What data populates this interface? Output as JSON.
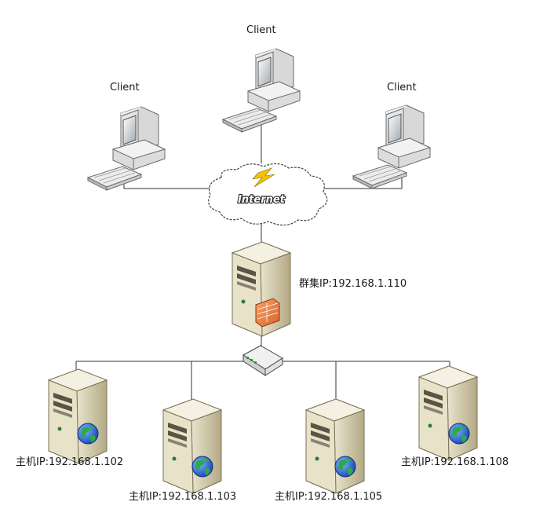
{
  "diagram": {
    "clients": [
      {
        "label": "Client"
      },
      {
        "label": "Client"
      },
      {
        "label": "Client"
      }
    ],
    "cloud": {
      "label": "Internet"
    },
    "cluster": {
      "label": "群集IP:192.168.1.110"
    },
    "hosts": [
      {
        "label": "主机IP:192.168.1.102"
      },
      {
        "label": "主机IP:192.168.1.103"
      },
      {
        "label": "主机IP:192.168.1.105"
      },
      {
        "label": "主机IP:192.168.1.108"
      }
    ]
  }
}
